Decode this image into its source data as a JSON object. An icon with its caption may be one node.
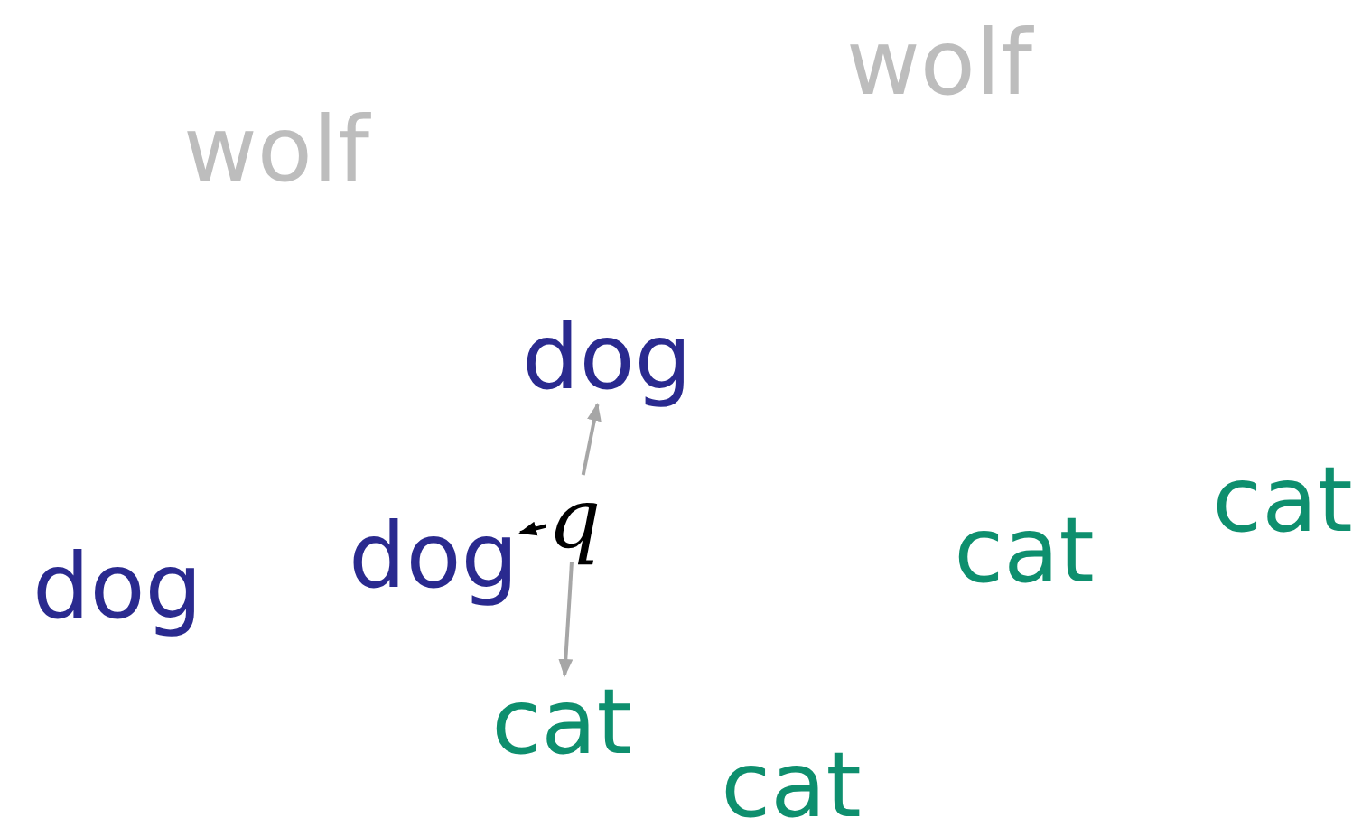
{
  "diagram": {
    "nodes": [
      {
        "text": [
          "wolf"
        ]
      },
      {
        "text": [
          "wolf"
        ]
      },
      {
        "text": [
          "dog"
        ]
      },
      {
        "text": [
          "cat"
        ]
      },
      {
        "text": [
          "q"
        ]
      },
      {
        "text": [
          "dog"
        ]
      },
      {
        "text": [
          "dog"
        ]
      },
      {
        "text": [
          "cat"
        ]
      },
      {
        "text": [
          "cat"
        ]
      },
      {
        "text": [
          "cat"
        ]
      }
    ],
    "edges": [
      {
        "from": 4,
        "to": 5,
        "arrow": "to",
        "color": "#000000"
      },
      {
        "from": 4,
        "to": 2,
        "arrow": "to"
      },
      {
        "from": 4,
        "to": 8,
        "arrow": "to"
      }
    ]
  }
}
